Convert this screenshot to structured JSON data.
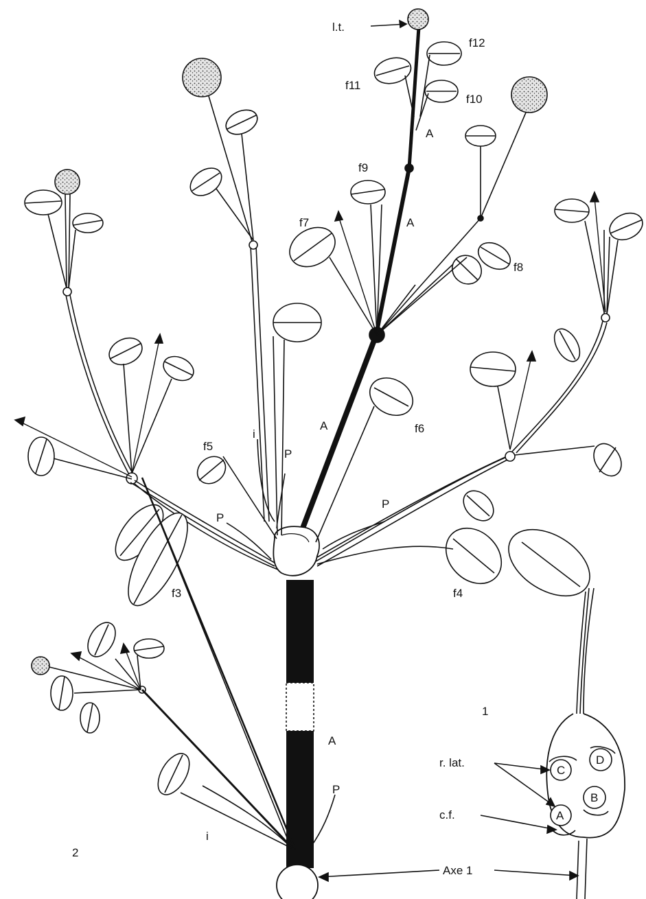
{
  "figure": {
    "panel_labels": {
      "panel_1": "1",
      "panel_2": "2"
    },
    "labels": {
      "lt": "l.t.",
      "f12": "f12",
      "f11": "f11",
      "f10": "f10",
      "f9": "f9",
      "f8": "f8",
      "f7": "f7",
      "f6": "f6",
      "f5": "f5",
      "f4": "f4",
      "f3": "f3",
      "a_top": "A",
      "a_upper": "A",
      "a_mid": "A",
      "a_lower": "A",
      "p_left": "P",
      "p_center": "P",
      "p_right": "P",
      "p_bottom": "P",
      "i_top": "i",
      "i_bottom": "i",
      "r_lat": "r. lat.",
      "c_f": "c.f.",
      "axe1": "Axe 1",
      "bud_a": "A",
      "bud_b": "B",
      "bud_c": "C",
      "bud_d": "D"
    },
    "colors": {
      "ink": "#111111",
      "stipple_fill": "#cfcfcf",
      "paper": "#ffffff"
    }
  }
}
